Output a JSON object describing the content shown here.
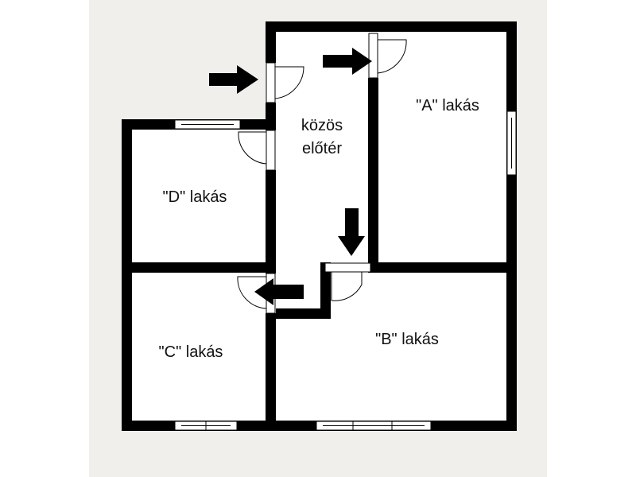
{
  "floor_plan": {
    "rooms": {
      "common_hall_line1": "közös",
      "common_hall_line2": "előtér",
      "apartment_a": "\"A\" lakás",
      "apartment_b": "\"B\" lakás",
      "apartment_c": "\"C\" lakás",
      "apartment_d": "\"D\" lakás"
    },
    "colors": {
      "background": "#f0efec",
      "floor": "#ffffff",
      "wall": "#000000"
    }
  }
}
